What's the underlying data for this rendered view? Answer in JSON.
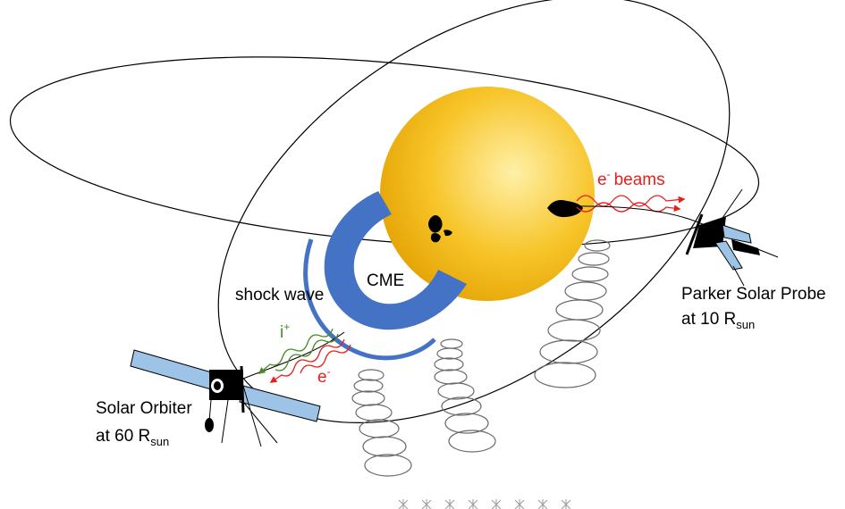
{
  "labels": {
    "cme": "CME",
    "shock_wave": "shock wave",
    "electron_beams": "e",
    "electron_beams_sup": "-",
    "electron_beams_word": "beams",
    "ion": "i",
    "ion_sup": "+",
    "electron": "e",
    "electron_sup": "-",
    "parker_line1": "Parker Solar Probe",
    "parker_line2": "at 10 R",
    "parker_sub": "sun",
    "orbiter_line1": "Solar Orbiter",
    "orbiter_line2": "at 60 R",
    "orbiter_sub": "sun"
  },
  "colors": {
    "sun_center": "#ffe98a",
    "sun_edge": "#e3a000",
    "cme_blue": "#4472c4",
    "panel_blue": "#9dc3e6",
    "beam_red": "#e8201c",
    "ion_green": "#4a8a2a",
    "coil_gray": "#6a6a6a"
  },
  "icons": [
    "sun-icon",
    "cme-icon",
    "parker-solar-probe-icon",
    "solar-orbiter-icon",
    "magnetic-coil-icon"
  ]
}
